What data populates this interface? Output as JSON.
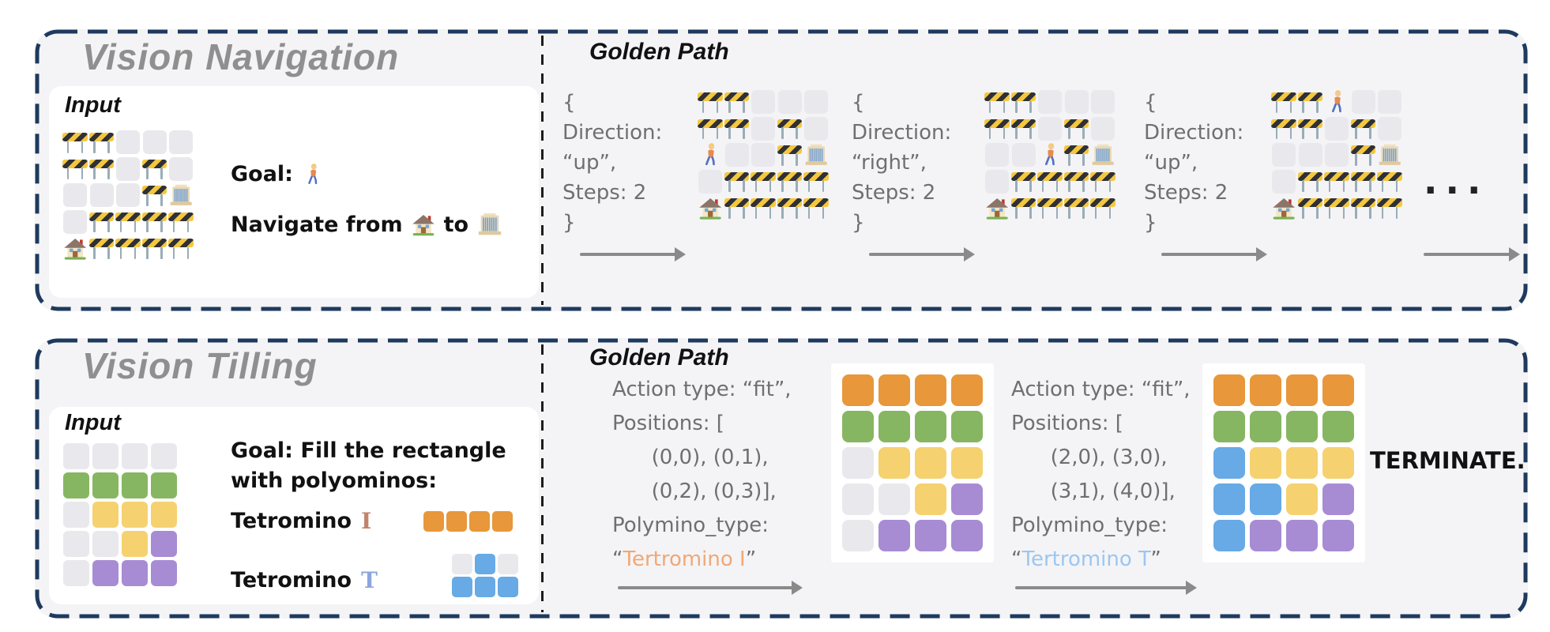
{
  "panels": {
    "navigation": {
      "title": "Vision Navigation",
      "input_label": "Input",
      "golden_path_label": "Golden Path",
      "goal_prefix": "Goal:",
      "navigate_pre": "Navigate from",
      "navigate_mid": "to",
      "input_grid": [
        "XX...",
        "XX.X.",
        "...XU",
        ".XXXX",
        "HXXXX"
      ],
      "steps": [
        {
          "lines": [
            "{",
            "Direction:",
            "“up”,",
            "Steps: 2",
            "}"
          ],
          "grid": [
            "XX...",
            "XX.X.",
            "P..XU",
            ".XXXX",
            "HXXXX"
          ]
        },
        {
          "lines": [
            "{",
            "Direction:",
            "“right”,",
            "Steps: 2",
            "}"
          ],
          "grid": [
            "XX...",
            "XX.X.",
            "..PXU",
            ".XXXX",
            "HXXXX"
          ]
        },
        {
          "lines": [
            "{",
            "Direction:",
            "“up”,",
            "Steps: 2",
            "}"
          ],
          "grid": [
            "XXP..",
            "XX.X.",
            "...XU",
            ".XXXX",
            "HXXXX"
          ]
        }
      ],
      "ellipsis": "..."
    },
    "tiling": {
      "title": "Vision Tilling",
      "input_label": "Input",
      "golden_path_label": "Golden Path",
      "goal_line1": "Goal: Fill the rectangle",
      "goal_line2": "with polyominos:",
      "tetromino_label": "Tetromino",
      "tetromino_i_letter": "I",
      "tetromino_t_letter": "T",
      "tetromino_i_color": "#c1836b",
      "tetromino_t_color": "#8ba6dd",
      "input_grid": [
        "....",
        "GGGG",
        ".YYY",
        "..YV",
        ".VVV"
      ],
      "i_piece": [
        "OOOO"
      ],
      "t_piece": [
        ".B.",
        "BBB"
      ],
      "quote_open": "“",
      "quote_close": "”",
      "actions": [
        {
          "lines": [
            "Action type: “fit”,",
            "Positions: [",
            "      (0,0), (0,1),",
            "      (0,2), (0,3)],",
            "Polymino_type:"
          ],
          "type_text": "Tertromino I",
          "type_color": "#f0a876",
          "grid": [
            "OOOO",
            "GGGG",
            ".YYY",
            "..YV",
            ".VVV"
          ]
        },
        {
          "lines": [
            "Action type: “fit”,",
            "Positions: [",
            "      (2,0), (3,0),",
            "      (3,1), (4,0)],",
            "Polymino_type:"
          ],
          "type_text": "Tertromino T",
          "type_color": "#9cc6f0",
          "grid": [
            "OOOO",
            "GGGG",
            "BYYY",
            "BBYV",
            "BVVV"
          ]
        }
      ],
      "terminate": "TERMINATE."
    }
  },
  "colors": {
    "panel_border": "#1e3a5e",
    "panel_bg": "#f4f4f6",
    "cell_empty": "#e9e9ed",
    "cell_orange": "#e8973a",
    "cell_green": "#87b662",
    "cell_yellow": "#f5d170",
    "cell_purple": "#a78cd4",
    "cell_blue": "#67aae6",
    "code_text": "#6f6f6f",
    "arrow": "#8a8a8a"
  }
}
